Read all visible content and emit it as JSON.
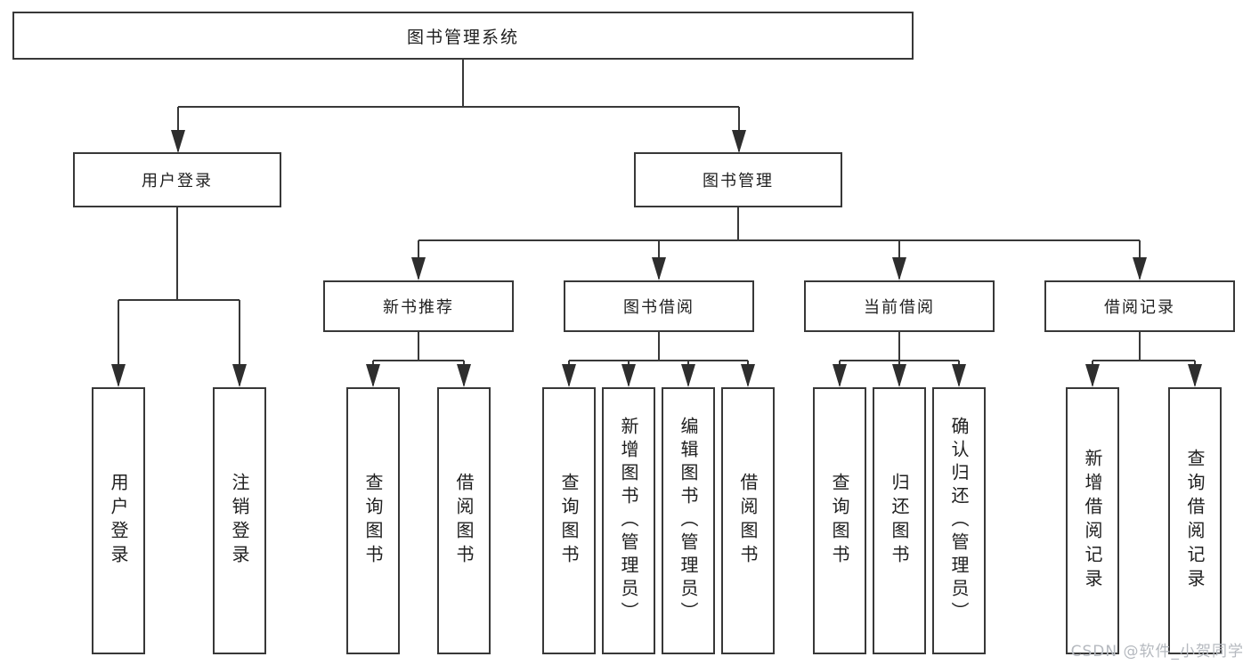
{
  "diagram": {
    "root": "图书管理系统",
    "level2": {
      "user_login": "用户登录",
      "book_management": "图书管理"
    },
    "level3": {
      "new_book_recommend": "新书推荐",
      "book_borrow": "图书借阅",
      "current_borrow": "当前借阅",
      "borrow_records": "借阅记录"
    },
    "leaves": {
      "user_login_leaf": "用户登录",
      "logout": "注销登录",
      "nb_query_books": "查询图书",
      "nb_borrow_books": "借阅图书",
      "bb_query_books": "查询图书",
      "bb_add_book_admin": "新增图书（管理员）",
      "bb_edit_book_admin": "编辑图书（管理员）",
      "bb_borrow_books": "借阅图书",
      "cb_query_books": "查询图书",
      "cb_return_book": "归还图书",
      "cb_confirm_return_admin": "确认归还（管理员）",
      "br_add_record": "新增借阅记录",
      "br_query_record": "查询借阅记录"
    },
    "watermark": "CSDN @软件_小贺同学",
    "colors": {
      "line": "#383838",
      "box_border": "#383838",
      "text": "#202020",
      "watermark": "#b5b9bf",
      "background": "#ffffff"
    }
  }
}
